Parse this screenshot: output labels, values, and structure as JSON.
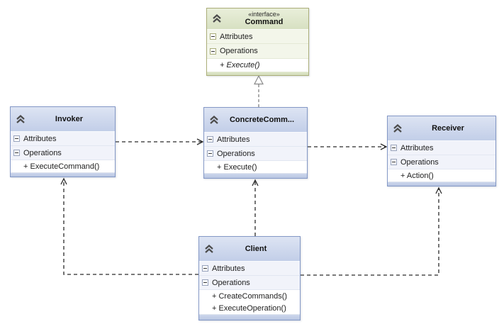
{
  "diagram": {
    "type": "uml-class-diagram",
    "pattern": "Command",
    "classes": [
      {
        "id": "command",
        "kind": "interface",
        "stereotype": "«interface»",
        "name": "Command",
        "attributes_label": "Attributes",
        "operations_label": "Operations",
        "operations": [
          "+ Execute()"
        ]
      },
      {
        "id": "invoker",
        "kind": "class",
        "name": "Invoker",
        "attributes_label": "Attributes",
        "operations_label": "Operations",
        "operations": [
          "+ ExecuteCommand()"
        ]
      },
      {
        "id": "concrete-command",
        "kind": "class",
        "name": "ConcreteComm...",
        "attributes_label": "Attributes",
        "operations_label": "Operations",
        "operations": [
          "+ Execute()"
        ]
      },
      {
        "id": "receiver",
        "kind": "class",
        "name": "Receiver",
        "attributes_label": "Attributes",
        "operations_label": "Operations",
        "operations": [
          "+ Action()"
        ]
      },
      {
        "id": "client",
        "kind": "class",
        "name": "Client",
        "attributes_label": "Attributes",
        "operations_label": "Operations",
        "operations": [
          "+ CreateCommands()",
          "+ ExecuteOperation()"
        ]
      }
    ],
    "relationships": [
      {
        "from": "concrete-command",
        "to": "command",
        "type": "realization"
      },
      {
        "from": "invoker",
        "to": "concrete-command",
        "type": "dependency"
      },
      {
        "from": "concrete-command",
        "to": "receiver",
        "type": "dependency"
      },
      {
        "from": "client",
        "to": "invoker",
        "type": "dependency"
      },
      {
        "from": "client",
        "to": "concrete-command",
        "type": "dependency"
      },
      {
        "from": "client",
        "to": "receiver",
        "type": "dependency"
      }
    ],
    "icons": {
      "collapse": "double-chevron-up-icon",
      "expander": "minus-box-icon"
    },
    "colors": {
      "class_header": "#cdd7ec",
      "class_border": "#8498c6",
      "interface_header": "#dfe7cb",
      "interface_border": "#abae79",
      "compartment_bg": "#f1f3fa",
      "member_bg": "#ffffff",
      "line": "#333333",
      "realization_line": "#777777",
      "text": "#1e1e1e"
    }
  }
}
